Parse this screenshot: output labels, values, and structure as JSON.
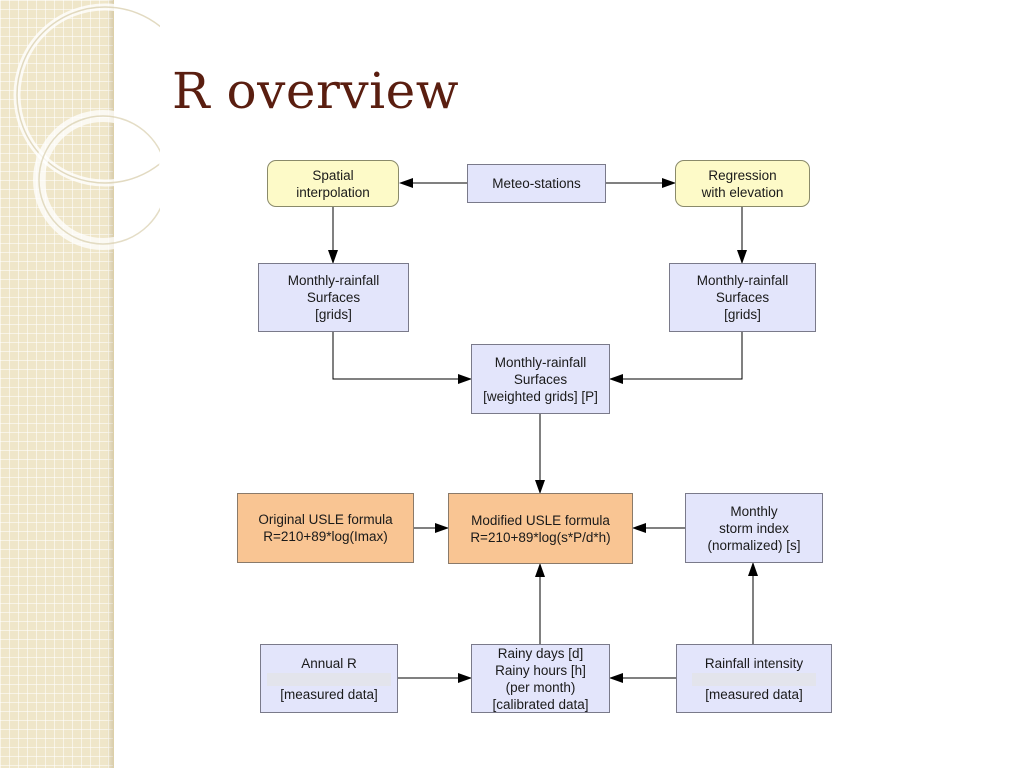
{
  "slide": {
    "title": "R overview"
  },
  "nodes": {
    "spatial": [
      "Spatial",
      "interpolation"
    ],
    "meteo": [
      "Meteo-stations"
    ],
    "regression": [
      "Regression",
      "with elevation"
    ],
    "monthly_left": [
      "Monthly-rainfall",
      "Surfaces",
      "[grids]"
    ],
    "monthly_right": [
      "Monthly-rainfall",
      "Surfaces",
      "[grids]"
    ],
    "monthly_weighted": [
      "Monthly-rainfall",
      "Surfaces",
      "[weighted grids] [P]"
    ],
    "original_usle": [
      "Original USLE formula",
      "R=210+89*log(Imax)"
    ],
    "modified_usle": [
      "Modified USLE formula",
      "R=210+89*log(s*P/d*h)"
    ],
    "storm_index": [
      "Monthly",
      "storm index",
      "(normalized) [s]"
    ],
    "annual_r": [
      "Annual R",
      "[measured data]"
    ],
    "rainy": [
      "Rainy days [d]",
      "Rainy hours [h]",
      "(per month)",
      "[calibrated data]"
    ],
    "intensity": [
      "Rainfall intensity",
      "[measured data]"
    ]
  },
  "colors": {
    "title": "#5a1e10",
    "box_blue": "#e3e5fb",
    "box_yellow": "#fdfac8",
    "box_orange": "#f9c593"
  }
}
